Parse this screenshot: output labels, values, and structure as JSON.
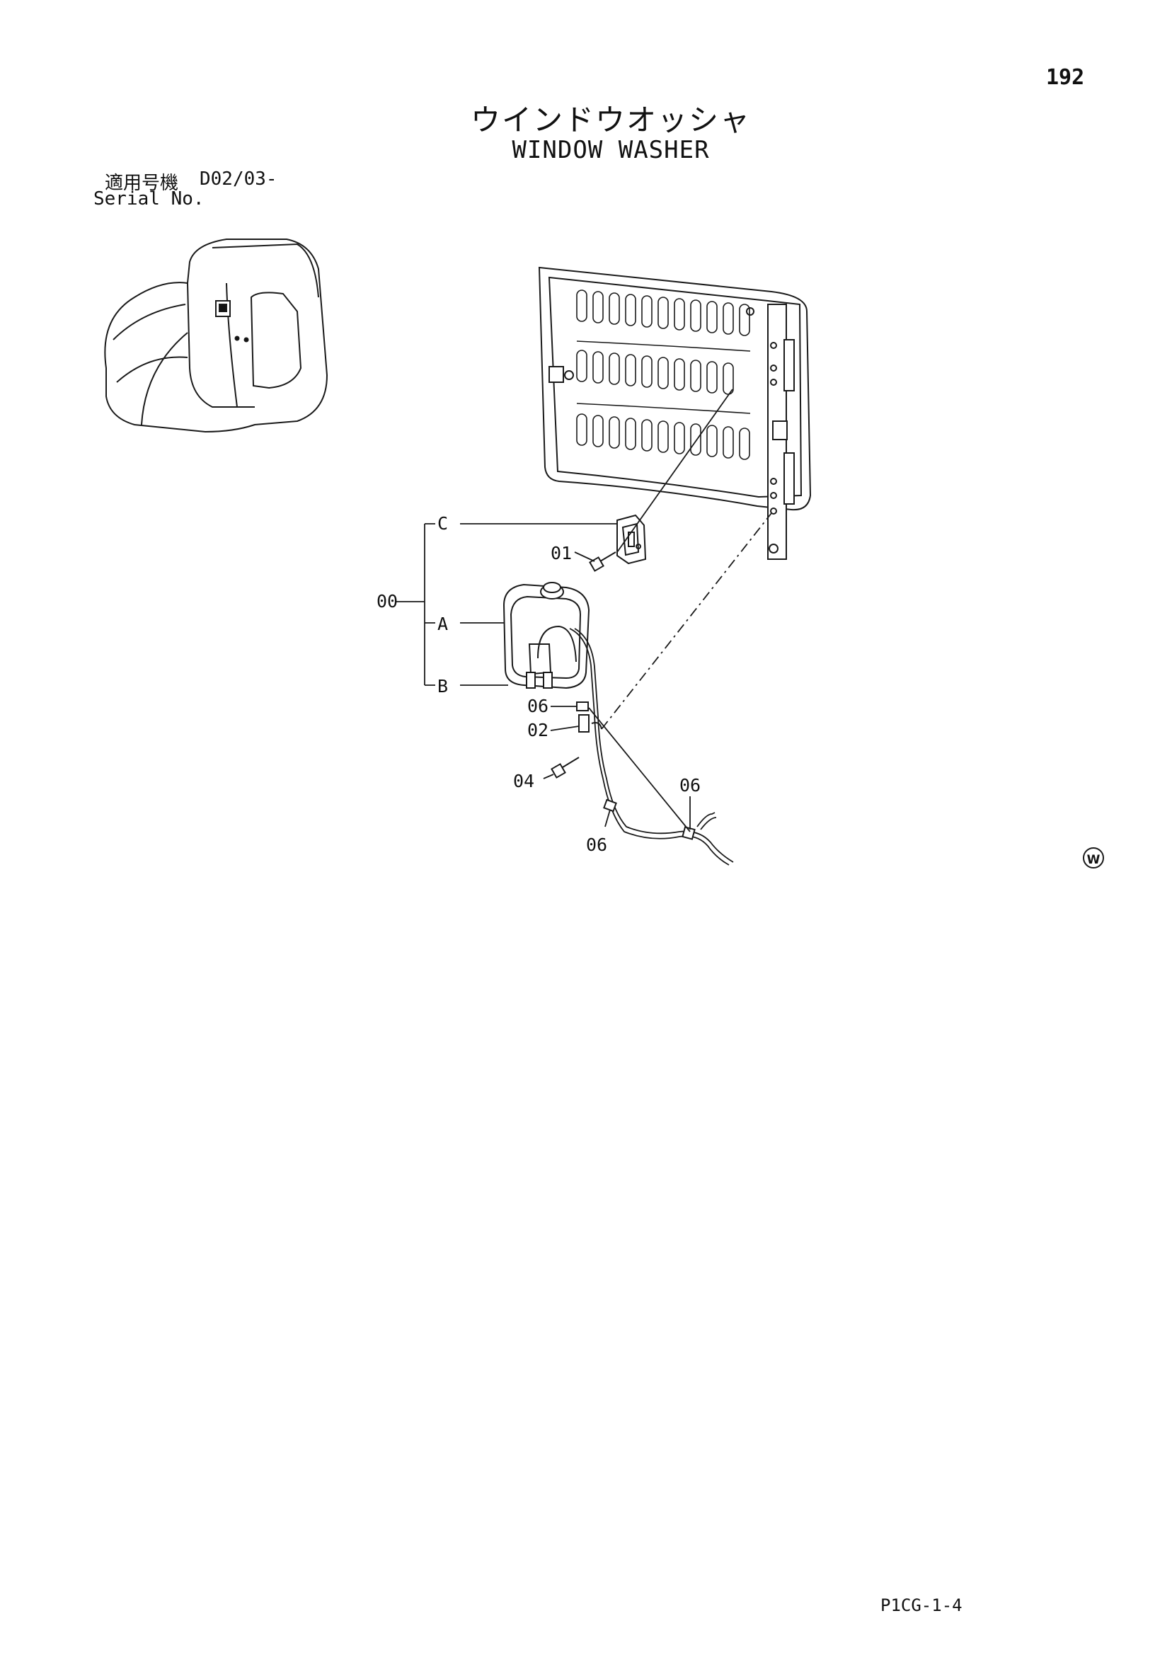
{
  "header": {
    "page_number": "192",
    "title_jp": "ウインドウオッシャ",
    "title_en": "WINDOW WASHER"
  },
  "serial": {
    "label_jp": "適用号機",
    "value": "D02/03-",
    "label_en": "Serial No."
  },
  "callouts": {
    "c00": "00",
    "cA": "A",
    "cB": "B",
    "cC": "C",
    "c01": "01",
    "c02": "02",
    "c04": "04",
    "c06a": "06",
    "c06b": "06",
    "c06c": "06"
  },
  "mark": "W",
  "footer": {
    "code": "P1CG-1-4"
  }
}
